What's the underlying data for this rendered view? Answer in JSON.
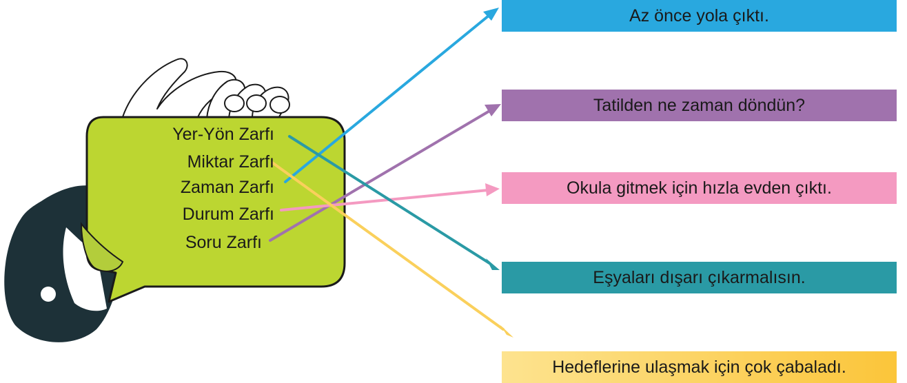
{
  "zarf_types": [
    {
      "id": "yer-yon",
      "label": "Yer-Yön Zarfı"
    },
    {
      "id": "miktar",
      "label": "Miktar Zarfı"
    },
    {
      "id": "zaman",
      "label": "Zaman Zarfı"
    },
    {
      "id": "durum",
      "label": "Durum Zarfı"
    },
    {
      "id": "soru",
      "label": "Soru Zarfı"
    }
  ],
  "sentences": [
    {
      "id": "s1",
      "text": "Az önce yola çıktı.",
      "color": "#29a8df"
    },
    {
      "id": "s2",
      "text": "Tatilden ne zaman döndün?",
      "color": "#a072ad"
    },
    {
      "id": "s3",
      "text": "Okula gitmek için hızla evden çıktı.",
      "color": "#f49ac1"
    },
    {
      "id": "s4",
      "text": "Eşyaları dışarı çıkarmalısın.",
      "color": "#2a9aa5"
    },
    {
      "id": "s5",
      "text": "Hedeflerine ulaşmak için çok çabaladı.",
      "color": "#fdd87a"
    }
  ],
  "matches": [
    {
      "from": "zaman",
      "to": "s1",
      "color": "#29a8df"
    },
    {
      "from": "soru",
      "to": "s2",
      "color": "#a072ad"
    },
    {
      "from": "durum",
      "to": "s3",
      "color": "#f49ac1"
    },
    {
      "from": "yer-yon",
      "to": "s4",
      "color": "#2a9aa5"
    },
    {
      "from": "miktar",
      "to": "s5",
      "color": "#fad05c"
    }
  ],
  "colors": {
    "bubble": "#bcd631",
    "sleeve": "#1d3138",
    "outline": "#1a1a1a"
  }
}
